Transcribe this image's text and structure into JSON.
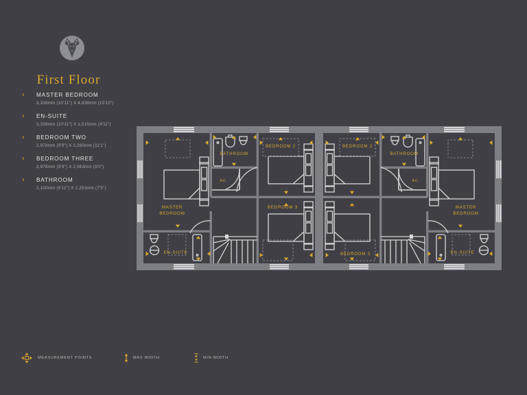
{
  "brand": {
    "logo_icon": "stag-head-logo"
  },
  "floor": {
    "title": "First Floor"
  },
  "rooms": [
    {
      "chevron": "›",
      "name": "MASTER BEDROOM",
      "dimensions": "3,336mm (10'11\") X 4,838mm (15'10\")"
    },
    {
      "chevron": "›",
      "name": "EN-SUITE",
      "dimensions": "3,336mm (10'11\") X 1,515mm (4'11\")"
    },
    {
      "chevron": "›",
      "name": "BEDROOM TWO",
      "dimensions": "2,978mm (9'9\") X 3,390mm (11'1\")"
    },
    {
      "chevron": "›",
      "name": "BEDROOM THREE",
      "dimensions": "2,978mm (9'9\") X 2,963mm (9'0\")"
    },
    {
      "chevron": "›",
      "name": "BATHROOM",
      "dimensions": "2,100mm (6'11\") X 2,253mm (7'5\")"
    }
  ],
  "legend": [
    {
      "icon": "measurement-points-icon",
      "label": "MEASUREMENT POINTS"
    },
    {
      "icon": "max-width-icon",
      "label": "MAX WIDTH"
    },
    {
      "icon": "min-width-icon",
      "label": "MIN WIDTH"
    }
  ],
  "plan": {
    "labels": {
      "master_bedroom_line1": "MASTER",
      "master_bedroom_line2": "BEDROOM",
      "en_suite": "EN-SUITE",
      "bathroom": "BATHROOM",
      "ac": "AC",
      "bedroom_2": "BEDROOM 2",
      "bedroom_3": "BEDROOM 3"
    }
  },
  "colors": {
    "background": "#3f3f45",
    "accent_gold": "#dda82f",
    "wall_grey": "#7e7e85",
    "line_white": "#d8d8dc",
    "text_light": "#e3e3e6",
    "text_muted": "#a9a9ae"
  }
}
